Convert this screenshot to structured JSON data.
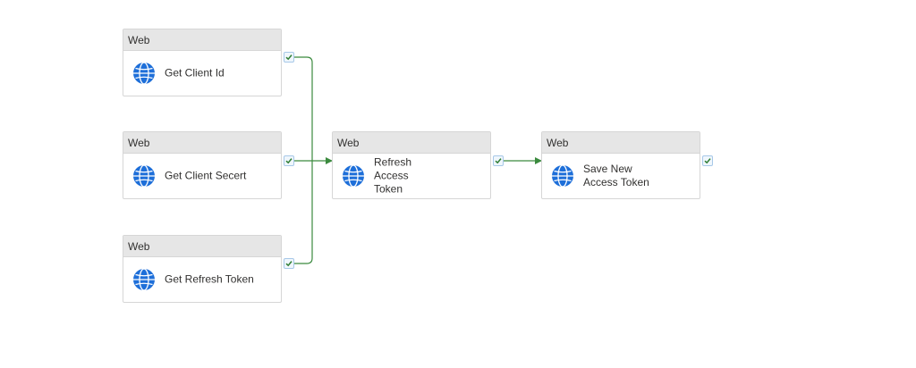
{
  "activities": [
    {
      "header": "Web",
      "name": "Get Client Id",
      "icon": "globe-icon",
      "status": "succeeded"
    },
    {
      "header": "Web",
      "name": "Get Client Secert",
      "icon": "globe-icon",
      "status": "succeeded"
    },
    {
      "header": "Web",
      "name": "Get Refresh Token",
      "icon": "globe-icon",
      "status": "succeeded"
    },
    {
      "header": "Web",
      "name": "Refresh Access Token",
      "icon": "globe-icon",
      "status": "succeeded"
    },
    {
      "header": "Web",
      "name": "Save New Access Token",
      "icon": "globe-icon",
      "status": "succeeded"
    }
  ],
  "colors": {
    "connector": "#3b8a3e",
    "check": "#2e7d32",
    "globe": "#1e6fd9",
    "header_bg": "#e6e6e6"
  }
}
